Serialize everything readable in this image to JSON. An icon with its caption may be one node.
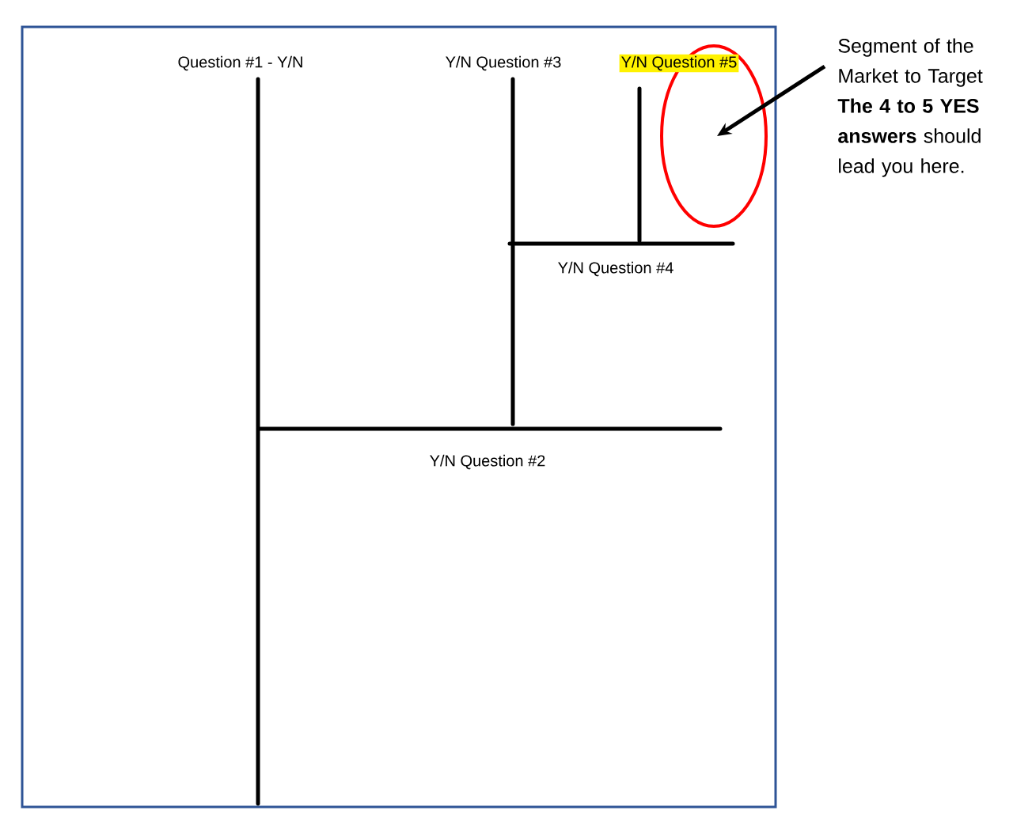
{
  "diagram": {
    "nodes": [
      {
        "text": [],
        "shape": "circle"
      },
      {
        "text": [
          "Segment of the Market to Target",
          "**The 4 to 5 YES answers** should lead you here."
        ]
      }
    ],
    "edges": [
      {
        "from": 1,
        "to": 0,
        "arrow": "to"
      }
    ],
    "labels": [
      "Question #1 - Y/N",
      "Y/N Question #3",
      "Y/N Question #5",
      "Y/N Question #4",
      "Y/N Question #2"
    ]
  }
}
